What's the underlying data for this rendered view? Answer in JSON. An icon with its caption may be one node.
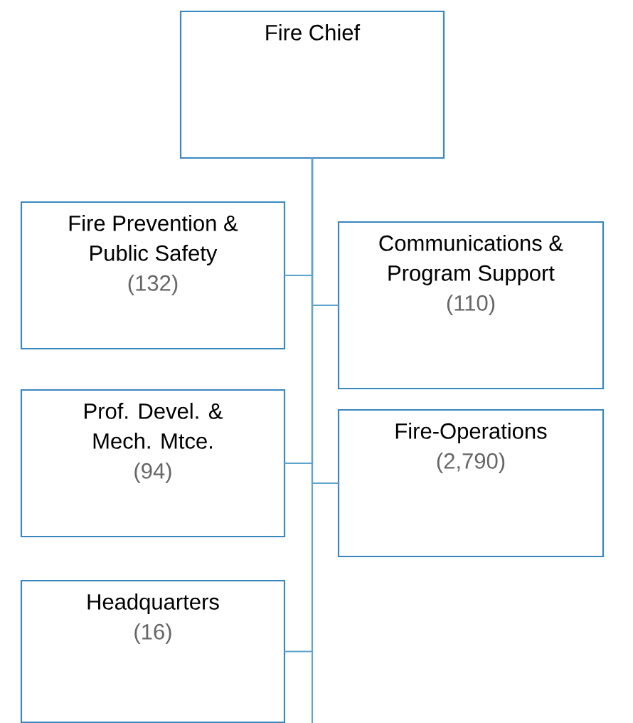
{
  "diagram": {
    "nodes": [
      {
        "text": [
          "Fire Chief"
        ]
      },
      {
        "text": [
          "Fire Prevention & Public Safety",
          "(132)"
        ]
      },
      {
        "text": [
          "Communications & Program Support",
          "(110)"
        ]
      },
      {
        "text": [
          "Prof. Devel. & Mech. Mtce.",
          "(94)"
        ]
      },
      {
        "text": [
          "Fire-Operations",
          "(2,790)"
        ]
      },
      {
        "text": [
          "Headquarters",
          "(16)"
        ]
      }
    ],
    "edges": [
      {
        "from": 0,
        "to": 1,
        "arrow": "none"
      },
      {
        "from": 0,
        "to": 2,
        "arrow": "none"
      },
      {
        "from": 0,
        "to": 3,
        "arrow": "none"
      },
      {
        "from": 0,
        "to": 4,
        "arrow": "none"
      },
      {
        "from": 0,
        "to": 5,
        "arrow": "none"
      }
    ]
  }
}
